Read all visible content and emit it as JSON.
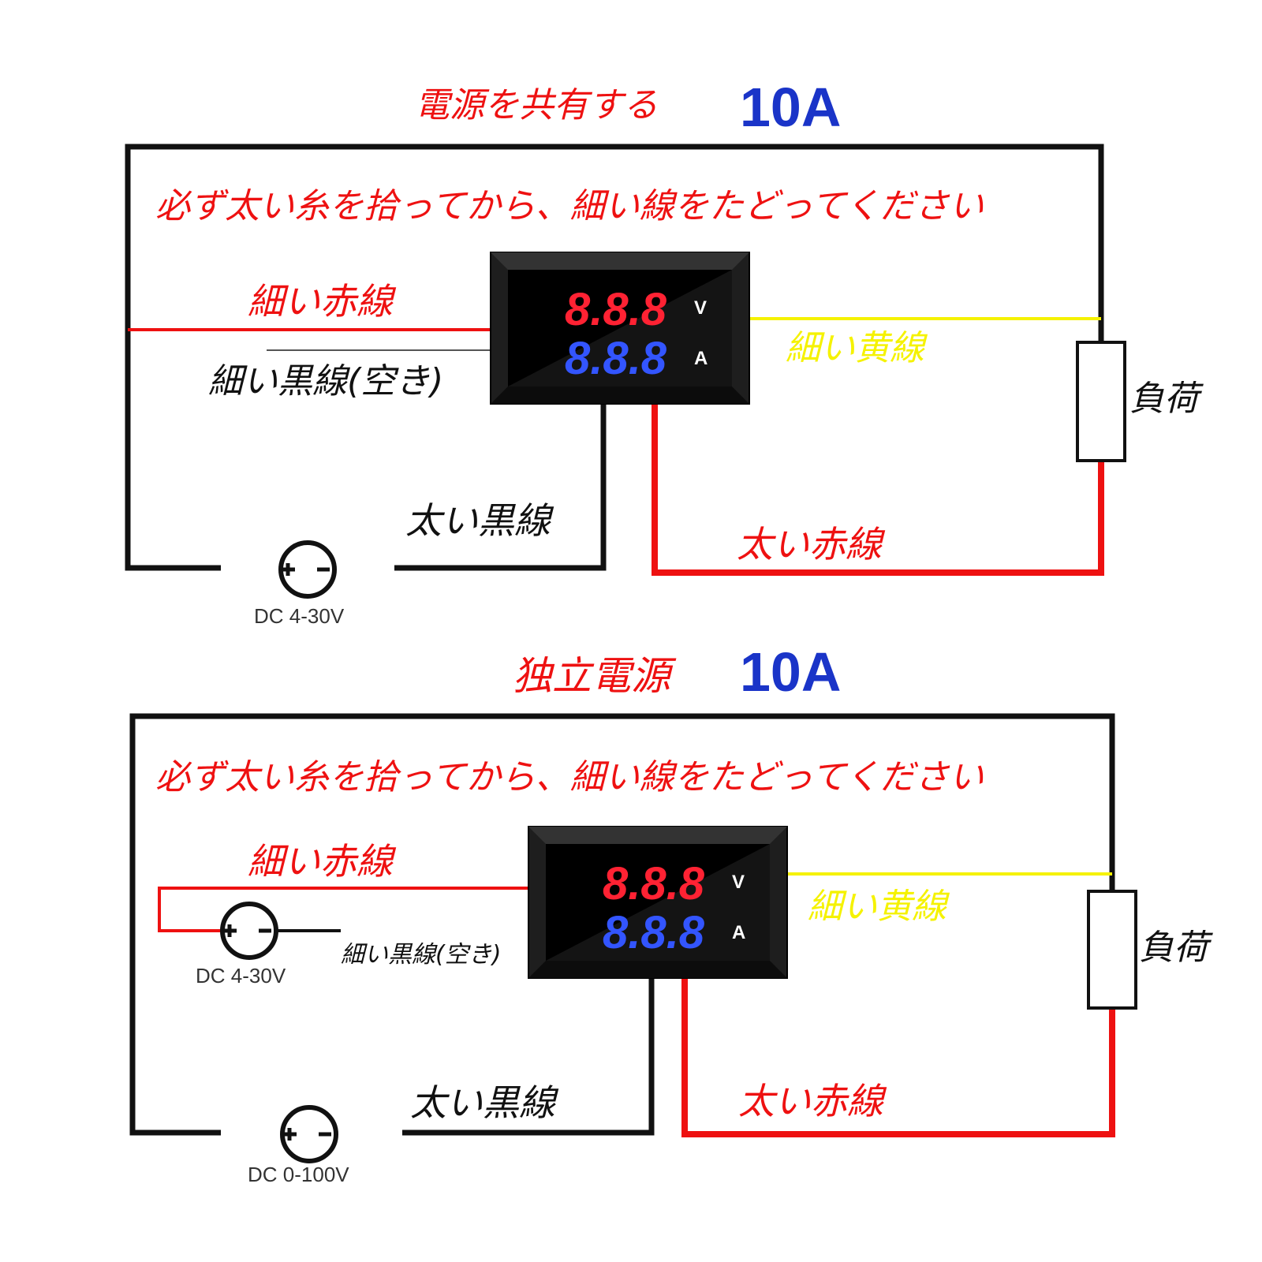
{
  "colors": {
    "red": "#ee1111",
    "blue": "#1a34c8",
    "yellow": "#f5f200",
    "black": "#111111",
    "display_red": "#ff2233",
    "display_blue": "#3355ff"
  },
  "diagrams": [
    {
      "title": "電源を共有する",
      "rating": "10A",
      "instruction": "必ず太い糸を拾ってから、細い線をたどってください",
      "thin_red_label": "細い赤線",
      "thin_black_label": "細い黒線(空き)",
      "thin_yellow_label": "細い黄線",
      "thick_black_label": "太い黒線",
      "thick_red_label": "太い赤線",
      "load_label": "負荷",
      "supply_label": "DC 4-30V",
      "meter": {
        "top_digits": "8.8.8",
        "bottom_digits": "8.8.8",
        "unit_top": "V",
        "unit_bottom": "A"
      }
    },
    {
      "title": "独立電源",
      "rating": "10A",
      "instruction": "必ず太い糸を拾ってから、細い線をたどってください",
      "thin_red_label": "細い赤線",
      "thin_black_label": "細い黒線(空き)",
      "thin_yellow_label": "細い黄線",
      "thick_black_label": "太い黒線",
      "thick_red_label": "太い赤線",
      "load_label": "負荷",
      "aux_supply_label": "DC 4-30V",
      "supply_label": "DC 0-100V",
      "meter": {
        "top_digits": "8.8.8",
        "bottom_digits": "8.8.8",
        "unit_top": "V",
        "unit_bottom": "A"
      }
    }
  ]
}
